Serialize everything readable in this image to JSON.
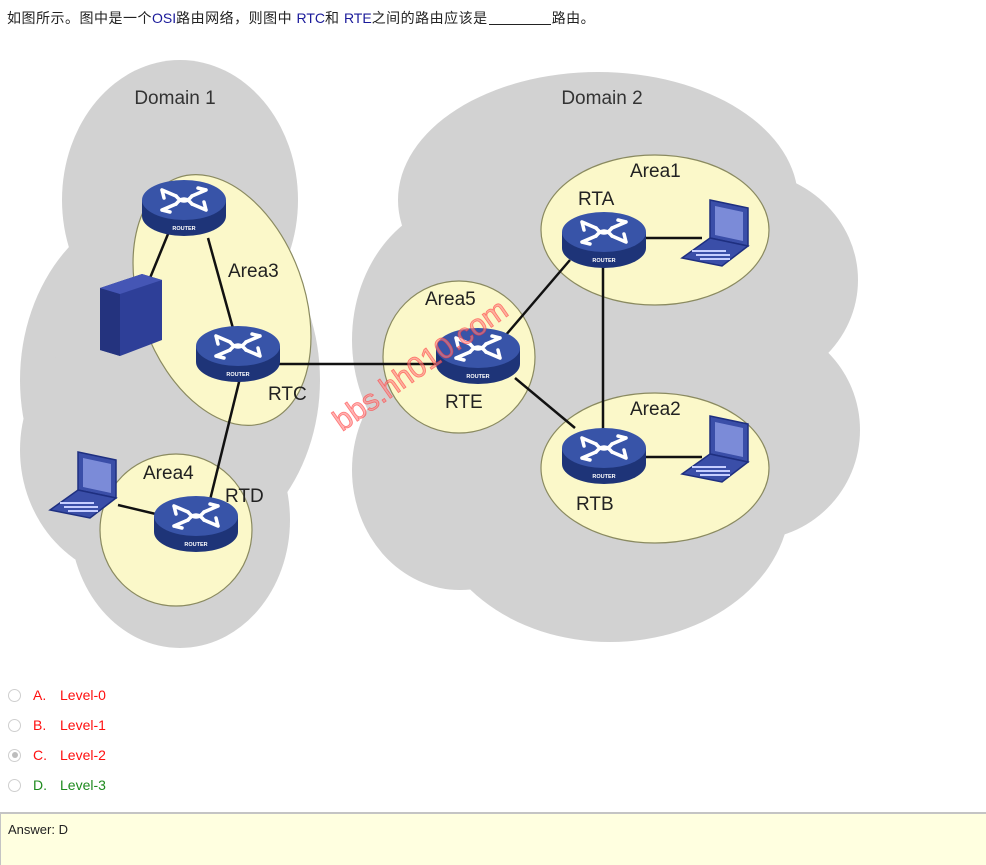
{
  "question": {
    "prefix": "如图所示。图中是一个",
    "osi": "OSI",
    "mid1": "路由网络，则图中 ",
    "rtc": "RTC",
    "mid2": "和 ",
    "rte": "RTE",
    "mid3": "之间的路由应该是",
    "suffix": "路由。"
  },
  "diagram": {
    "domains": [
      {
        "label": "Domain 1"
      },
      {
        "label": "Domain 2"
      }
    ],
    "areas": {
      "area1": "Area1",
      "area2": "Area2",
      "area3": "Area3",
      "area4": "Area4",
      "area5": "Area5"
    },
    "routers": {
      "rta": "RTA",
      "rtb": "RTB",
      "rtc": "RTC",
      "rtd": "RTD",
      "rte": "RTE"
    },
    "router_badge": "ROUTER",
    "watermark": "bbs.hh010.com",
    "colors": {
      "cloud": "#d2d2d2",
      "area_fill": "#fbf8c9",
      "area_stroke": "#8a8a60",
      "router": "#2f4a9c",
      "device": "#3a4ea8",
      "watermark": "#ff6a6a"
    }
  },
  "options": [
    {
      "letter": "A.",
      "label": "Level-0",
      "selected": false,
      "color": "red"
    },
    {
      "letter": "B.",
      "label": "Level-1",
      "selected": false,
      "color": "red"
    },
    {
      "letter": "C.",
      "label": "Level-2",
      "selected": true,
      "color": "red"
    },
    {
      "letter": "D.",
      "label": "Level-3",
      "selected": false,
      "color": "green"
    }
  ],
  "answer": {
    "text": "Answer: D"
  }
}
